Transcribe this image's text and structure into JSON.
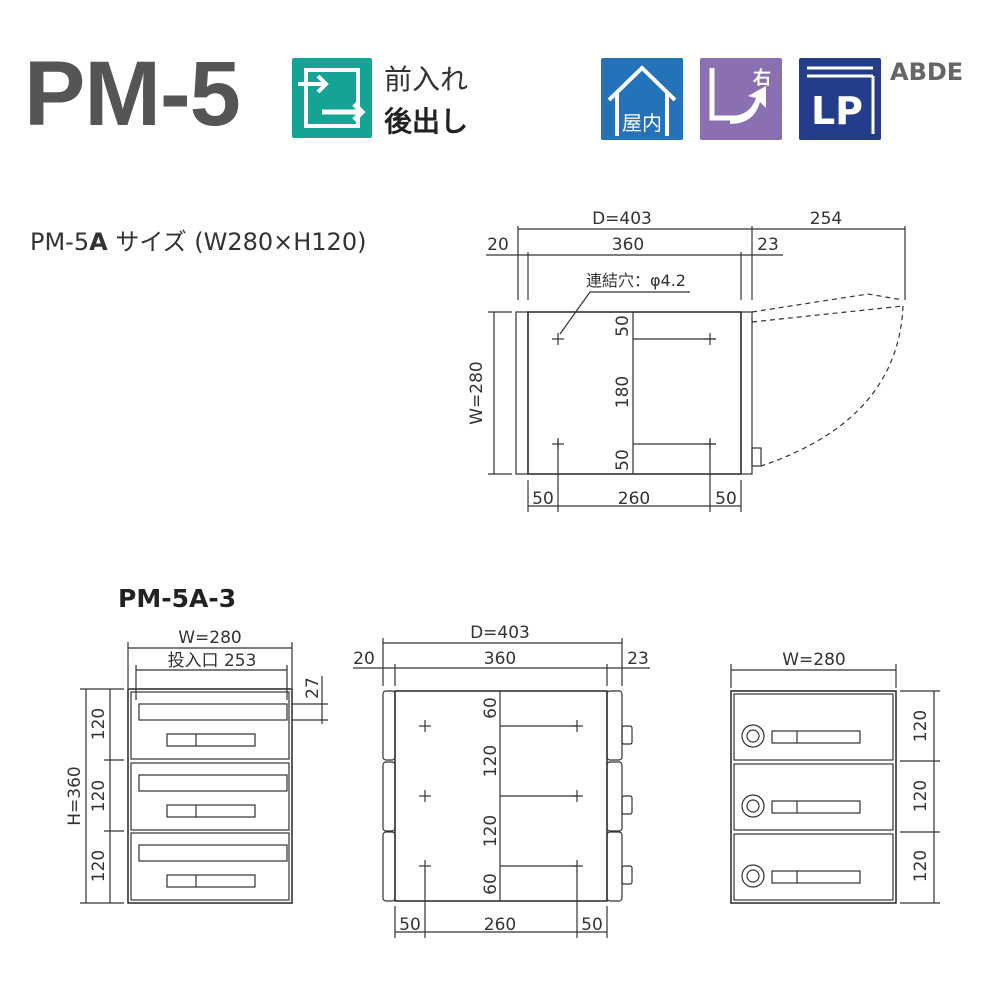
{
  "header": {
    "model": "PM-5",
    "flow_badge": {
      "line1": "前入れ",
      "line2": "後出し",
      "color": "#15a395"
    },
    "badges": [
      {
        "name": "indoor",
        "label": "屋内",
        "color": "#2472b7"
      },
      {
        "name": "right-hinge",
        "label": "右",
        "color": "#8a70b0"
      },
      {
        "name": "lp",
        "label": "LP",
        "color": "#233d8a"
      }
    ],
    "series": "ABDE"
  },
  "size_label": {
    "prefix": "PM-5",
    "bold": "A",
    "suffix": " サイズ (W280×H120)"
  },
  "top_view": {
    "d_total": "D=403",
    "door_swing": "254",
    "left_offset": "20",
    "body": "360",
    "right_offset": "23",
    "hole_note": "連結穴：φ4.2",
    "width_label": "W=280",
    "v_top": "50",
    "v_mid": "180",
    "v_bot": "50",
    "h_left": "50",
    "h_mid": "260",
    "h_right": "50"
  },
  "section_title": "PM-5A-3",
  "front_view": {
    "width_label": "W=280",
    "slot_label": "投入口 253",
    "slot_height": "27",
    "height_label": "H=360",
    "row_heights": [
      "120",
      "120",
      "120"
    ]
  },
  "side_view": {
    "d_total": "D=403",
    "left_offset": "20",
    "body": "360",
    "right_offset": "23",
    "v_labels": [
      "60",
      "120",
      "120",
      "60"
    ],
    "h_left": "50",
    "h_mid": "260",
    "h_right": "50"
  },
  "back_view": {
    "width_label": "W=280",
    "row_heights": [
      "120",
      "120",
      "120"
    ]
  }
}
